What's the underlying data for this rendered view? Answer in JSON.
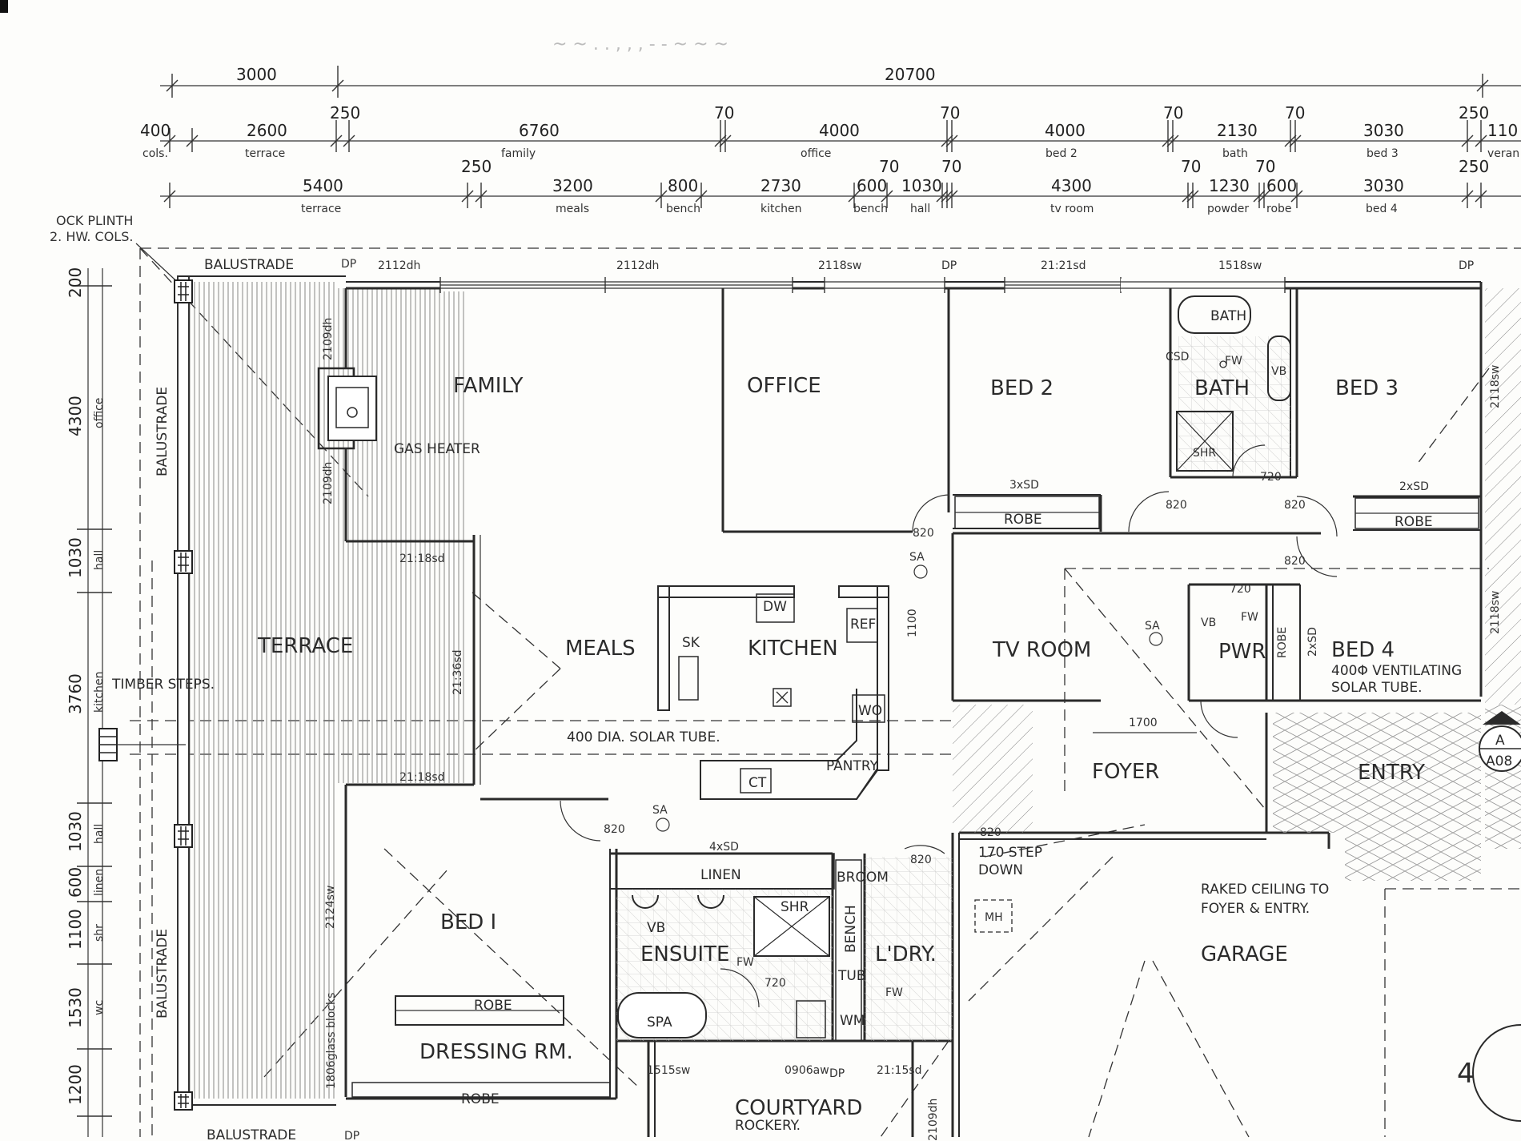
{
  "header_note": "~ ~ . . , , , - - ~ ~ ~",
  "top_dims": {
    "row1": [
      {
        "value": "3000"
      },
      {
        "value": "20700"
      }
    ],
    "row2": [
      {
        "value": "400",
        "label": "cols."
      },
      {
        "value": "2600",
        "label": "terrace"
      },
      {
        "value": "250"
      },
      {
        "value": "6760",
        "label": "family"
      },
      {
        "value": "70"
      },
      {
        "value": "4000",
        "label": "office"
      },
      {
        "value": "70"
      },
      {
        "value": "4000",
        "label": "bed 2"
      },
      {
        "value": "70"
      },
      {
        "value": "2130",
        "label": "bath"
      },
      {
        "value": "70"
      },
      {
        "value": "3030",
        "label": "bed 3"
      },
      {
        "value": "250"
      },
      {
        "value": "110",
        "label": "veran"
      }
    ],
    "row3": [
      {
        "value": "5400",
        "label": "terrace"
      },
      {
        "value": "250"
      },
      {
        "value": "3200",
        "label": "meals"
      },
      {
        "value": "800",
        "label": "bench"
      },
      {
        "value": "2730",
        "label": "kitchen"
      },
      {
        "value": "600",
        "label": "bench"
      },
      {
        "value": "1030",
        "label": "hall"
      },
      {
        "value": "70"
      },
      {
        "value": "70"
      },
      {
        "value": "4300",
        "label": "tv room"
      },
      {
        "value": "70"
      },
      {
        "value": "1230",
        "label": "powder"
      },
      {
        "value": "70"
      },
      {
        "value": "600",
        "label": "robe"
      },
      {
        "value": "3030",
        "label": "bed 4"
      },
      {
        "value": "250"
      }
    ]
  },
  "left_dims": [
    {
      "value": "4300",
      "label": "office"
    },
    {
      "value": "1030",
      "label": "hall"
    },
    {
      "value": "3760",
      "label": "kitchen"
    },
    {
      "value": "1030",
      "label": "hall"
    },
    {
      "value": "600",
      "label": "linen"
    },
    {
      "value": "1100",
      "label": "shr"
    },
    {
      "value": "1530",
      "label": "wc"
    },
    {
      "value": "1200",
      "label": ""
    },
    {
      "value": "200",
      "label": ""
    }
  ],
  "notes": {
    "plinth_1": "OCK PLINTH",
    "plinth_2": "2. HW. COLS.",
    "balustrade_top": "BALUSTRADE",
    "balustrade_left_1": "BALUSTRADE",
    "balustrade_left_2": "BALUSTRADE",
    "balustrade_bottom": "BALUSTRADE",
    "timber_steps": "TIMBER STEPS.",
    "gas_heater": "GAS HEATER",
    "solar_tube": "400 DIA. SOLAR TUBE.",
    "ventilating_1": "400Φ VENTILATING",
    "ventilating_2": "SOLAR TUBE.",
    "step_down_1": "170 STEP",
    "step_down_2": "DOWN",
    "raked_1": "RAKED CEILING TO",
    "raked_2": "FOYER & ENTRY.",
    "rockery": "ROCKERY.",
    "glass_blocks": "1806glass blocks",
    "section_label": "A",
    "section_ref": "A08",
    "page_number": "4"
  },
  "rooms": {
    "family": "FAMILY",
    "office": "OFFICE",
    "bed2": "BED 2",
    "bath": "BATH",
    "bed3": "BED 3",
    "terrace": "TERRACE",
    "meals": "MEALS",
    "kitchen": "KITCHEN",
    "tv_room": "TV ROOM",
    "pwr": "PWR",
    "bed4": "BED 4",
    "foyer": "FOYER",
    "entry": "ENTRY",
    "bed1": "BED I",
    "ensuite": "ENSUITE",
    "laundry": "L'DRY.",
    "garage": "GARAGE",
    "dressing": "DRESSING RM.",
    "courtyard": "COURTYARD"
  },
  "fixtures": {
    "bath_tub": "BATH",
    "csd": "CSD",
    "fw": "FW",
    "vb": "VB",
    "shr": "SHR",
    "robe": "ROBE",
    "dw": "DW",
    "sk": "SK",
    "ref": "REF",
    "wo": "WO",
    "pantry": "PANTRY",
    "ct": "CT",
    "sa": "SA",
    "linen": "LINEN",
    "broom": "BROOM",
    "bench": "BENCH",
    "tub": "TUB",
    "wm": "WM",
    "spa": "SPA",
    "mh": "MH",
    "dp": "DP",
    "tu_3sd": "3xSD",
    "tu_2sd": "2xSD",
    "tu_4sd": "4xSD"
  },
  "openings": {
    "w2112dh_a": "2112dh",
    "w2112dh_b": "2112dh",
    "w2118sw": "2118sw",
    "w2121sd": "21:21sd",
    "w1518sw": "1518sw",
    "w2109dh_a": "2109dh",
    "w2109dh_b": "2109dh",
    "w2118sd_a": "21:18sd",
    "w2136sd": "21:36sd",
    "w2118sd_b": "21:18sd",
    "w2124sw": "2124sw",
    "w2118sw_r1": "2118sw",
    "w2118sw_r2": "2118sw",
    "w1515sw": "1515sw",
    "w0906aw": "0906aw",
    "w2115sd": "21:15sd",
    "w2109dh_c": "2109dh",
    "d820": "820",
    "d720": "720",
    "d1100": "1100",
    "d1700": "1700"
  }
}
